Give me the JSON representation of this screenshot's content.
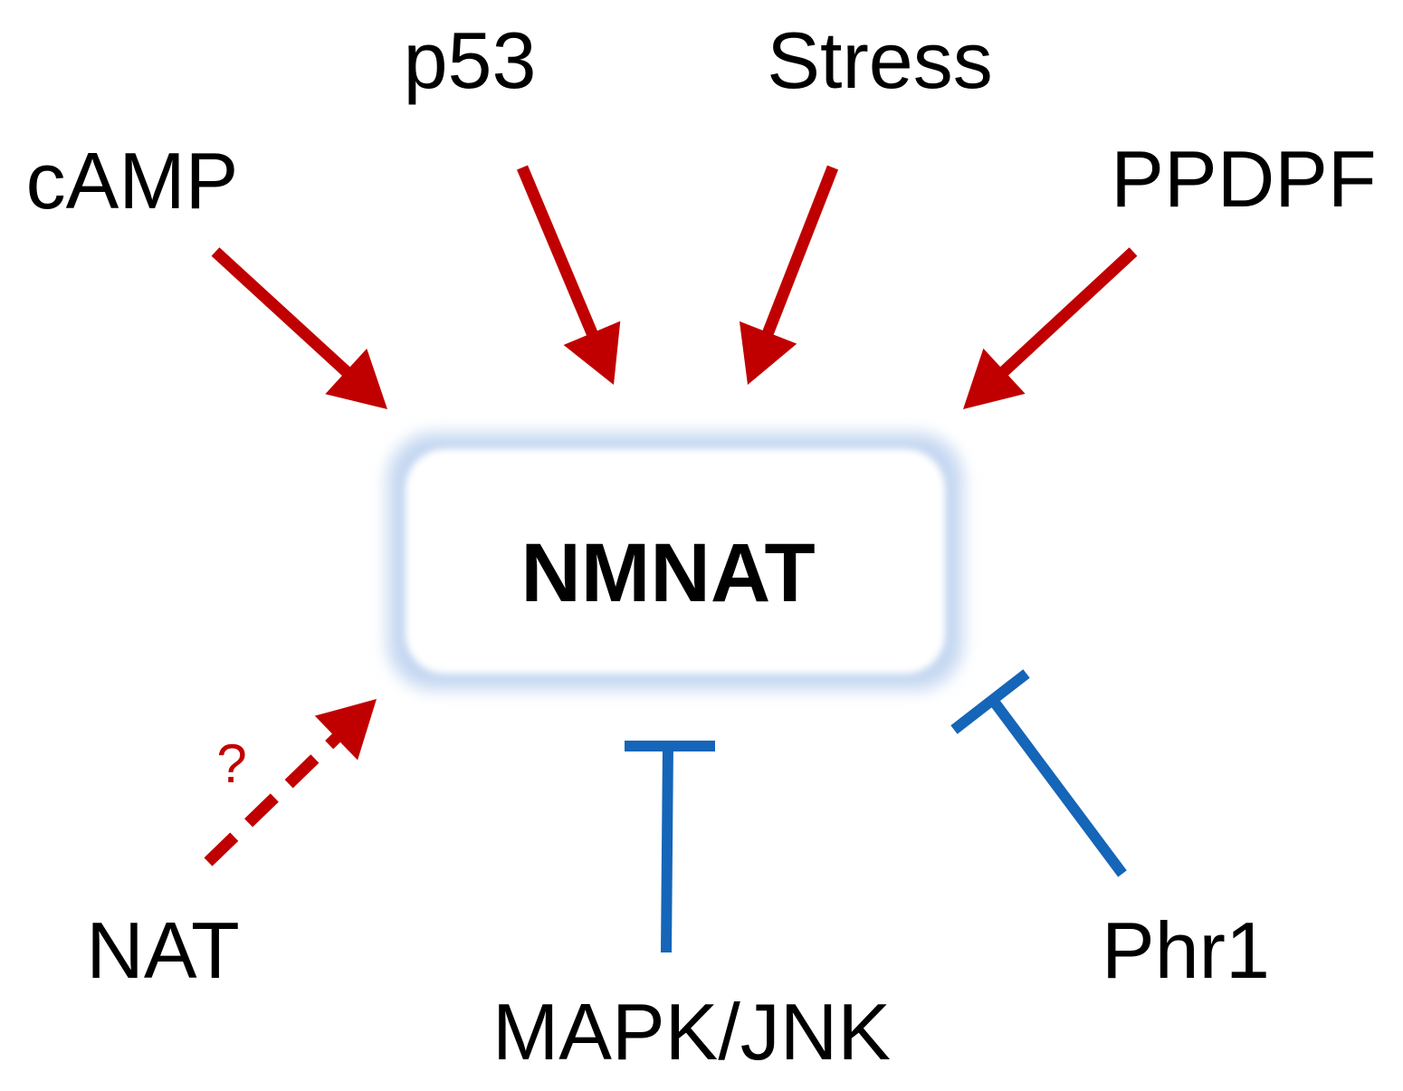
{
  "colors": {
    "activate": "#c00000",
    "inhibit": "#1565b8",
    "box_glow": "#b5cdee",
    "box_fill": "#ffffff"
  },
  "center": {
    "label": "NMNAT"
  },
  "regulators": [
    {
      "id": "camp",
      "label": "cAMP",
      "effect": "activates"
    },
    {
      "id": "p53",
      "label": "p53",
      "effect": "activates"
    },
    {
      "id": "stress",
      "label": "Stress",
      "effect": "activates"
    },
    {
      "id": "ppdpf",
      "label": "PPDPF",
      "effect": "activates"
    },
    {
      "id": "nat",
      "label": "NAT",
      "effect": "activates (uncertain)",
      "annotation": "?"
    },
    {
      "id": "mapk-jnk",
      "label": "MAPK/JNK",
      "effect": "inhibits"
    },
    {
      "id": "phr1",
      "label": "Phr1",
      "effect": "inhibits"
    }
  ]
}
